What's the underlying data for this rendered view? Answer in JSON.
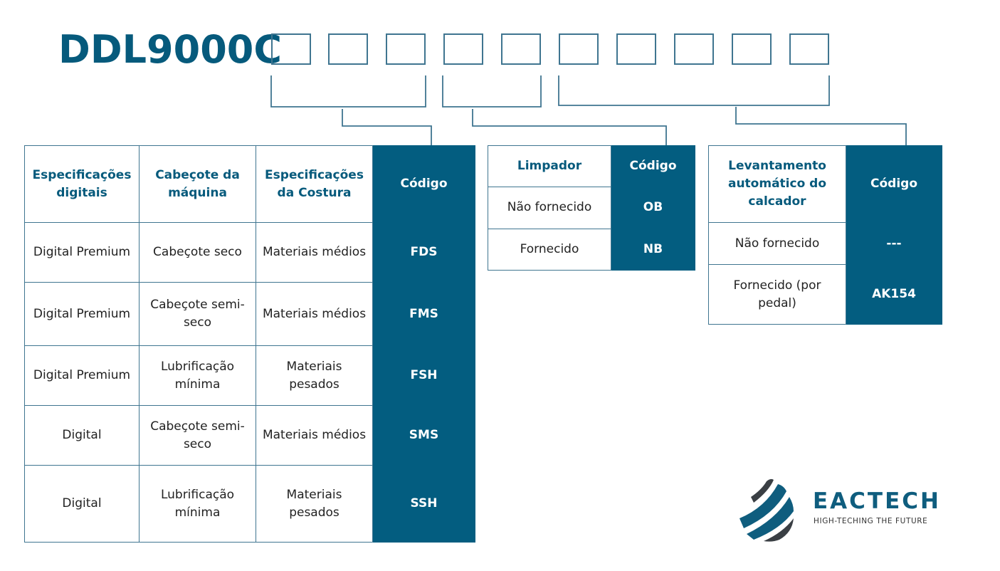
{
  "title": "DDL9000C",
  "table1": {
    "headers": [
      "Especificações digitais",
      "Cabeçote da máquina",
      "Especificações da Costura",
      "Código"
    ],
    "rows": [
      [
        "Digital Premium",
        "Cabeçote seco",
        "Materiais médios",
        "FDS"
      ],
      [
        "Digital Premium",
        "Cabeçote semi-seco",
        "Materiais médios",
        "FMS"
      ],
      [
        "Digital Premium",
        "Lubrificação mínima",
        "Materiais pesados",
        "FSH"
      ],
      [
        "Digital",
        "Cabeçote semi-seco",
        "Materiais médios",
        "SMS"
      ],
      [
        "Digital",
        "Lubrificação mínima",
        "Materiais pesados",
        "SSH"
      ]
    ]
  },
  "table2": {
    "headers": [
      "Limpador",
      "Código"
    ],
    "rows": [
      [
        "Não fornecido",
        "OB"
      ],
      [
        "Fornecido",
        "NB"
      ]
    ]
  },
  "table3": {
    "headers": [
      "Levantamento automático do calcador",
      "Código"
    ],
    "rows": [
      [
        "Não fornecido",
        "---"
      ],
      [
        "Fornecido (por pedal)",
        "AK154"
      ]
    ]
  },
  "logo": {
    "name": "EACTECH",
    "tagline": "HIGH-TECHING THE FUTURE"
  },
  "colors": {
    "primary": "#035d80",
    "line": "#3f7590"
  }
}
